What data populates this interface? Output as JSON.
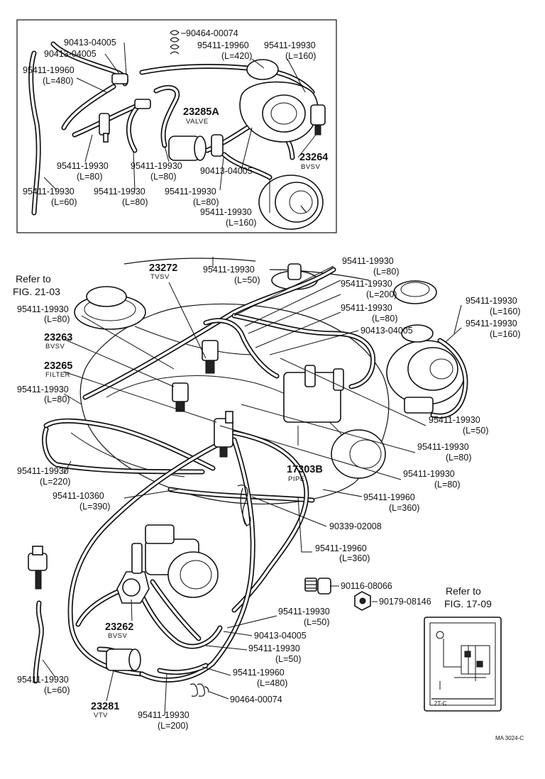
{
  "inset": {
    "clip_label": "90464-00074",
    "labels": [
      {
        "code": "90413-04005",
        "length": ""
      },
      {
        "code": "90413-04005",
        "length": ""
      },
      {
        "code": "95411-19960",
        "length": "(L=480)"
      },
      {
        "code": "95411-19960",
        "length": "(L=420)"
      },
      {
        "code": "95411-19930",
        "length": "(L=160)"
      },
      {
        "code": "95411-19930",
        "length": "(L=80)"
      },
      {
        "code": "95411-19930",
        "length": "(L=80)"
      },
      {
        "code": "95411-19930",
        "length": "(L=60)"
      },
      {
        "code": "95411-19930",
        "length": "(L=80)"
      },
      {
        "code": "90413-04005",
        "length": ""
      },
      {
        "code": "95411-19930",
        "length": "(L=80)"
      },
      {
        "code": "95411-19930",
        "length": "(L=160)"
      }
    ],
    "valve": {
      "number": "23285A",
      "name": "VALVE"
    },
    "bvsv": {
      "number": "23264",
      "name": "BVSV"
    }
  },
  "main": {
    "refer_top": {
      "line1": "Refer to",
      "line2": "FIG. 21-03"
    },
    "refer_bottom": {
      "line1": "Refer to",
      "line2": "FIG. 17-09"
    },
    "components": [
      {
        "number": "23272",
        "name": "TVSV"
      },
      {
        "number": "23263",
        "name": "BVSV"
      },
      {
        "number": "23265",
        "name": "FILTER"
      },
      {
        "number": "17303B",
        "name": "PIPE"
      },
      {
        "number": "23262",
        "name": "BVSV"
      },
      {
        "number": "23281",
        "name": "VTV"
      }
    ],
    "labels": [
      {
        "code": "95411-19930",
        "length": "(L=50)"
      },
      {
        "code": "95411-19930",
        "length": "(L=80)"
      },
      {
        "code": "95411-19930",
        "length": "(L=200)"
      },
      {
        "code": "95411-19930",
        "length": "(L=80)"
      },
      {
        "code": "95411-19930",
        "length": "(L=80)"
      },
      {
        "code": "95411-19930",
        "length": "(L=160)"
      },
      {
        "code": "95411-19930",
        "length": "(L=160)"
      },
      {
        "code": "90413-04005",
        "length": ""
      },
      {
        "code": "95411-19930",
        "length": "(L=80)"
      },
      {
        "code": "95411-19930",
        "length": "(L=50)"
      },
      {
        "code": "95411-19930",
        "length": "(L=80)"
      },
      {
        "code": "95411-19930",
        "length": "(L=220)"
      },
      {
        "code": "95411-19930",
        "length": "(L=80)"
      },
      {
        "code": "95411-10360",
        "length": "(L=390)"
      },
      {
        "code": "95411-19960",
        "length": "(L=360)"
      },
      {
        "code": "90339-02008",
        "length": ""
      },
      {
        "code": "95411-19960",
        "length": "(L=360)"
      },
      {
        "code": "90116-08066",
        "length": ""
      },
      {
        "code": "90179-08146",
        "length": ""
      },
      {
        "code": "95411-19930",
        "length": "(L=50)"
      },
      {
        "code": "90413-04005",
        "length": ""
      },
      {
        "code": "95411-19930",
        "length": "(L=50)"
      },
      {
        "code": "95411-19960",
        "length": "(L=480)"
      },
      {
        "code": "90464-00074",
        "length": ""
      },
      {
        "code": "95411-19930",
        "length": "(L=60)"
      },
      {
        "code": "95411-19930",
        "length": "(L=200)"
      }
    ],
    "label_card": {
      "caption": "2T-C"
    },
    "drawing_id": "MA 3024-C"
  }
}
